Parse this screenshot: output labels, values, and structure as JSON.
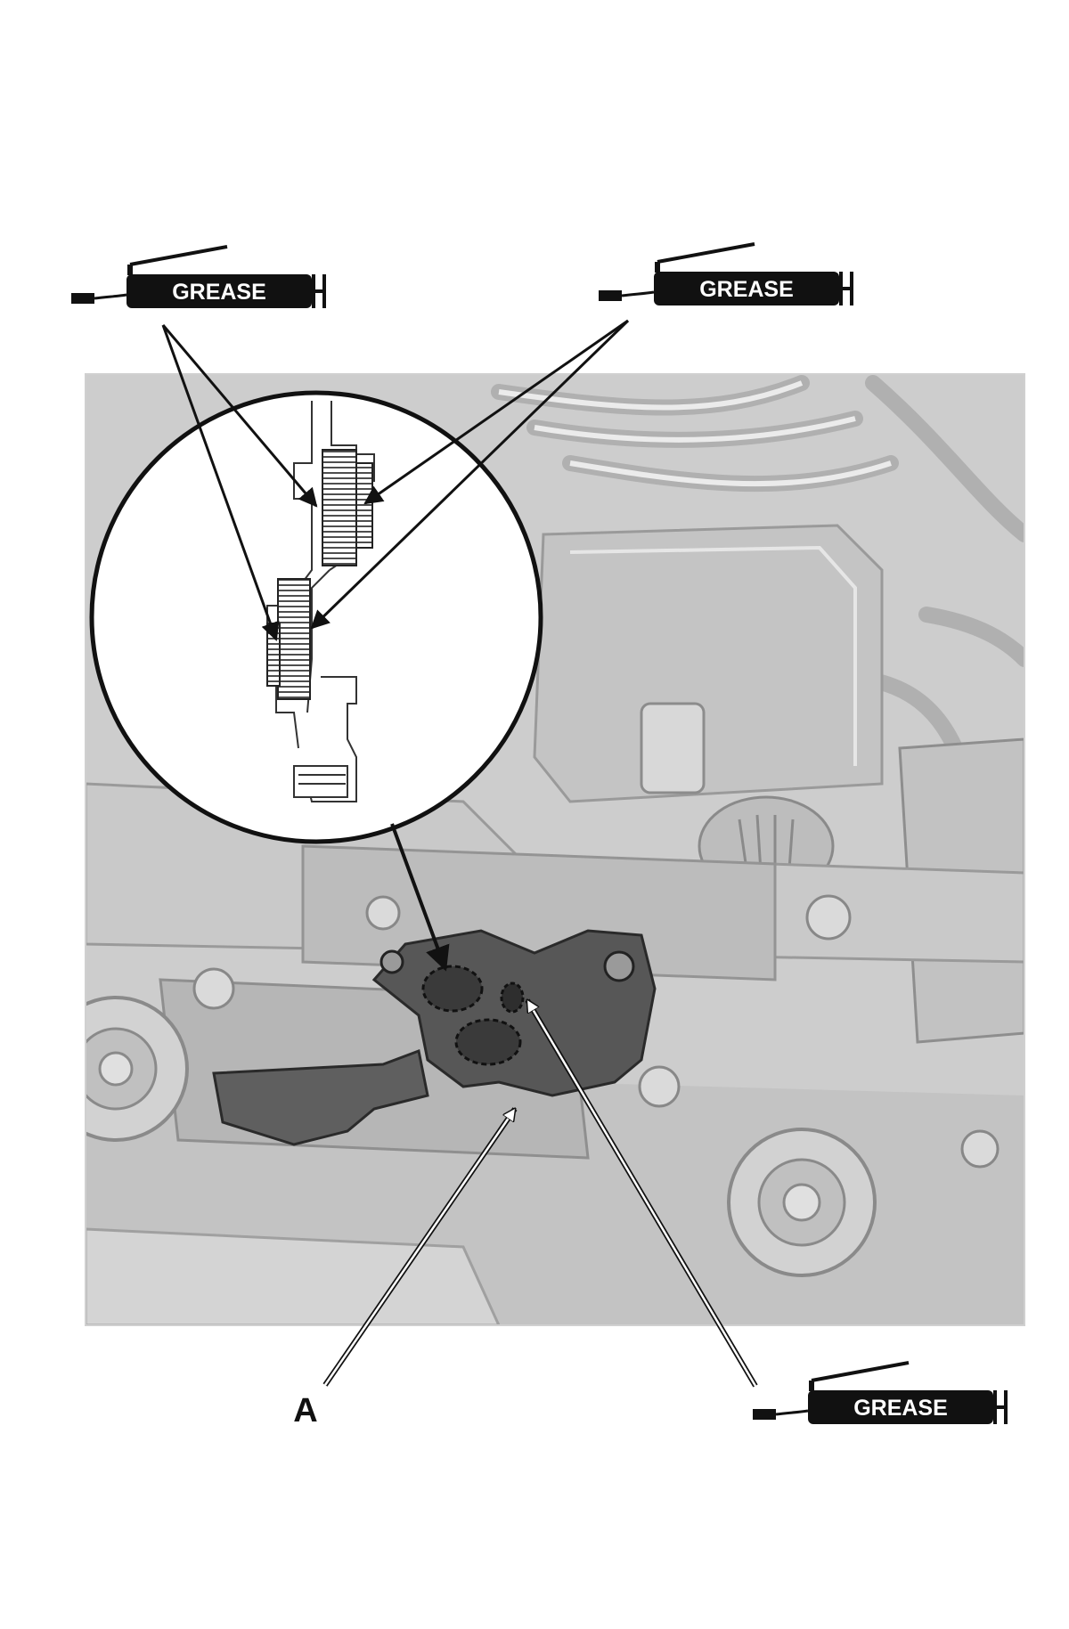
{
  "labels": {
    "grease_top_left": "GREASE",
    "grease_top_right": "GREASE",
    "grease_bottom_right": "GREASE",
    "part_a": "A"
  },
  "icons": {
    "grease_applicator": "grease-gun-icon"
  },
  "colors": {
    "background": "#ffffff",
    "photo_fill": "#cfcfcf",
    "engine_part": "#b9b9b9",
    "highlight_part": "#4a4a4a",
    "line": "#111111",
    "badge": "#111111"
  }
}
